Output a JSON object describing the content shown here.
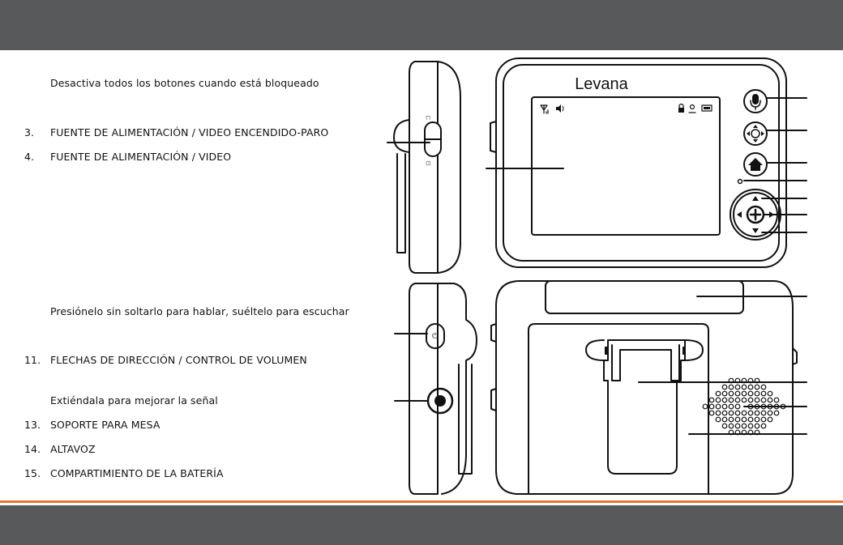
{
  "colors": {
    "band": "#58595b",
    "accent": "#e8762c"
  },
  "brand": "Levana",
  "legend": [
    {
      "id": "lock-desc",
      "num": "",
      "text": "Desactiva todos los botones cuando está bloqueado"
    },
    {
      "id": "item-3",
      "num": "3.",
      "text": "FUENTE DE ALIMENTACIÓN / VIDEO ENCENDIDO-PARO"
    },
    {
      "id": "item-4",
      "num": "4.",
      "text": "FUENTE DE ALIMENTACIÓN / VIDEO"
    },
    {
      "id": "talk-desc",
      "num": "",
      "text": "Presiónelo sin soltarlo para hablar, suéltelo para escuchar"
    },
    {
      "id": "item-11",
      "num": "11.",
      "text": "FLECHAS DE DIRECCIÓN / CONTROL DE VOLUMEN"
    },
    {
      "id": "antenna-desc",
      "num": "",
      "text": "Extiéndala para mejorar la señal"
    },
    {
      "id": "item-13",
      "num": "13.",
      "text": "SOPORTE PARA MESA"
    },
    {
      "id": "item-14",
      "num": "14.",
      "text": "ALTAVOZ"
    },
    {
      "id": "item-15",
      "num": "15.",
      "text": "COMPARTIMIENTO DE LA BATERÍA"
    }
  ],
  "illustration": {
    "icons": [
      "signal-icon",
      "speaker-volume-icon",
      "lock-icon",
      "camera-icon",
      "battery-icon",
      "microphone-icon",
      "zoom-pan-icon",
      "home-icon",
      "plus-icon"
    ]
  }
}
